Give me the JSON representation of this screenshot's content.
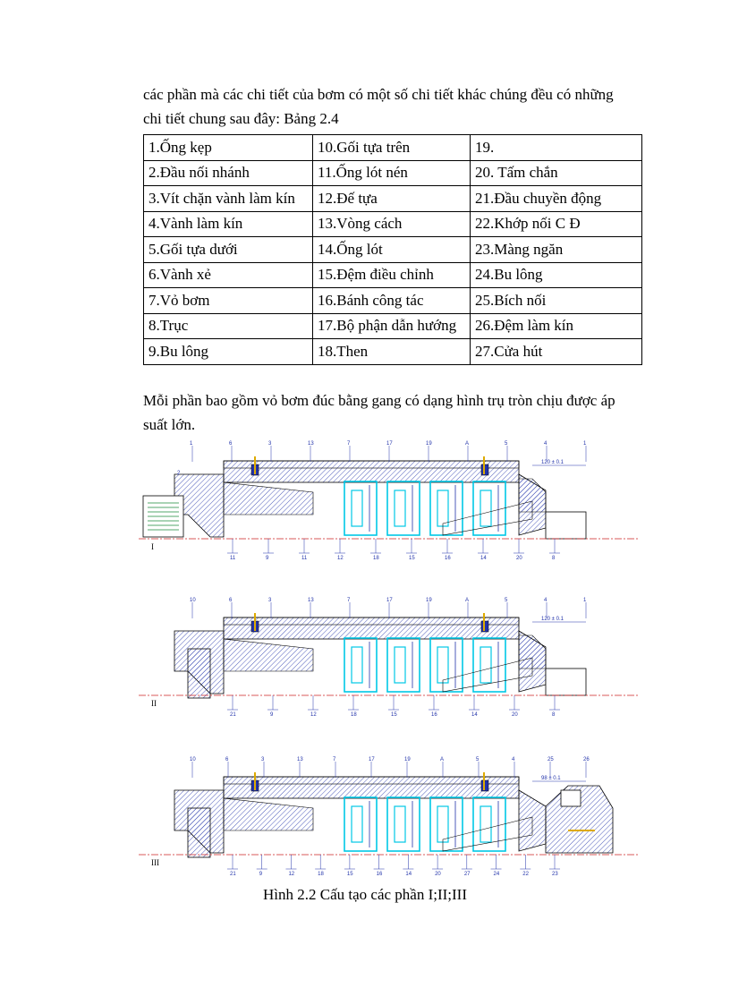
{
  "intro": {
    "line1": "các phần mà các chi tiết của bơm có một số chi tiết khác chúng đều có những",
    "line2": "chi tiết chung sau đây: Bảng 2.4"
  },
  "parts_table": {
    "rows": [
      [
        "1.Ống kẹp",
        "10.Gối tựa trên",
        "19."
      ],
      [
        "2.Đầu nối nhánh",
        "11.Ống lót nén",
        "20. Tấm chắn"
      ],
      [
        "3.Vít chặn vành làm kín",
        "12.Đế tựa",
        "21.Đầu chuyền động"
      ],
      [
        "4.Vành làm kín",
        "13.Vòng cách",
        "22.Khớp nối C Đ"
      ],
      [
        "5.Gối tựa dưới",
        "14.Ống lót",
        "23.Màng ngăn"
      ],
      [
        "6.Vành xẻ",
        "15.Đệm điều chỉnh",
        "24.Bu lông"
      ],
      [
        "7.Vỏ bơm",
        "16.Bánh công tác",
        "25.Bích nối"
      ],
      [
        "8.Trục",
        "17.Bộ phận dẫn hướng",
        "26.Đệm làm kín"
      ],
      [
        "9.Bu lông",
        "18.Then",
        "27.Cửa hút"
      ]
    ]
  },
  "para2": {
    "line1": "Mỗi phần bao gồm vỏ bơm đúc bằng gang có dạng hình trụ tròn chịu được áp",
    "line2": "suất lớn."
  },
  "drawings": [
    {
      "roman": "I",
      "top_labels": [
        "1",
        "6",
        "3",
        "13",
        "7",
        "17",
        "19",
        "A",
        "5",
        "4",
        "1"
      ],
      "left_label": "2",
      "bottom_labels": [
        "11",
        "9",
        "11",
        "12",
        "18",
        "15",
        "16",
        "14",
        "20",
        "8"
      ],
      "dimension": "120 ± 0.1"
    },
    {
      "roman": "II",
      "top_labels": [
        "10",
        "6",
        "3",
        "13",
        "7",
        "17",
        "19",
        "A",
        "5",
        "4",
        "1"
      ],
      "left_label": "",
      "bottom_labels": [
        "21",
        "9",
        "12",
        "18",
        "15",
        "16",
        "14",
        "20",
        "8"
      ],
      "dimension": "120 ± 0.1"
    },
    {
      "roman": "III",
      "top_labels": [
        "10",
        "6",
        "3",
        "13",
        "7",
        "17",
        "19",
        "A",
        "5",
        "4",
        "25",
        "26"
      ],
      "left_label": "",
      "bottom_labels": [
        "21",
        "9",
        "12",
        "18",
        "15",
        "16",
        "14",
        "20",
        "27",
        "24",
        "22",
        "23"
      ],
      "dimension": "98 ± 0.1"
    }
  ],
  "caption": "Hình 2.2 Cấu tạo các phần I;II;III",
  "colors": {
    "hatch": "#2233aa",
    "impeller": "#00c8e6",
    "centerline": "#cc2222",
    "seal": "#ddaa00"
  }
}
